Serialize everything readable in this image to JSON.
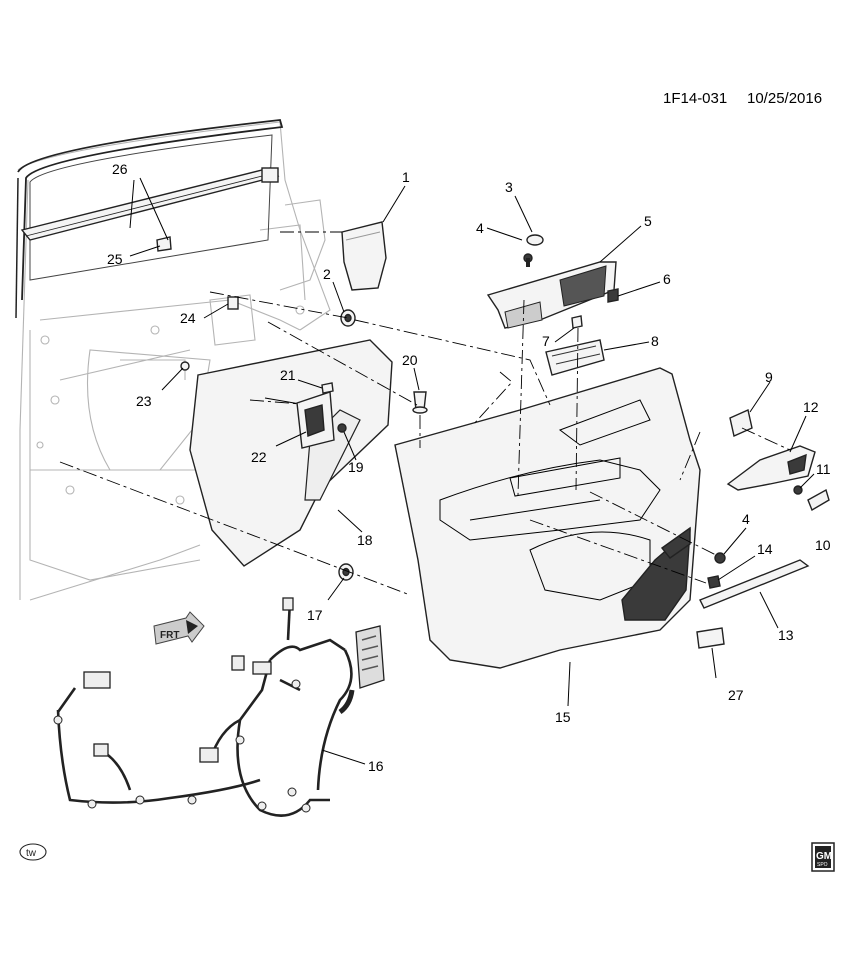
{
  "header": {
    "diagram_id": "1F14-031",
    "date": "10/25/2016"
  },
  "corner_marks": {
    "bottom_left": "tw",
    "bottom_right_top": "GM",
    "bottom_right_bottom": "SPO"
  },
  "direction_label": "FRT",
  "callouts": [
    {
      "id": "c1",
      "text": "1"
    },
    {
      "id": "c2",
      "text": "2"
    },
    {
      "id": "c3",
      "text": "3"
    },
    {
      "id": "c4a",
      "text": "4"
    },
    {
      "id": "c4b",
      "text": "4"
    },
    {
      "id": "c5",
      "text": "5"
    },
    {
      "id": "c6",
      "text": "6"
    },
    {
      "id": "c7",
      "text": "7"
    },
    {
      "id": "c8",
      "text": "8"
    },
    {
      "id": "c9",
      "text": "9"
    },
    {
      "id": "c10",
      "text": "10"
    },
    {
      "id": "c11",
      "text": "11"
    },
    {
      "id": "c12",
      "text": "12"
    },
    {
      "id": "c13",
      "text": "13"
    },
    {
      "id": "c14",
      "text": "14"
    },
    {
      "id": "c15",
      "text": "15"
    },
    {
      "id": "c16",
      "text": "16"
    },
    {
      "id": "c17",
      "text": "17"
    },
    {
      "id": "c18",
      "text": "18"
    },
    {
      "id": "c19",
      "text": "19"
    },
    {
      "id": "c20",
      "text": "20"
    },
    {
      "id": "c21",
      "text": "21"
    },
    {
      "id": "c22",
      "text": "22"
    },
    {
      "id": "c23",
      "text": "23"
    },
    {
      "id": "c24",
      "text": "24"
    },
    {
      "id": "c25",
      "text": "25"
    },
    {
      "id": "c26",
      "text": "26"
    },
    {
      "id": "c27",
      "text": "27"
    }
  ]
}
